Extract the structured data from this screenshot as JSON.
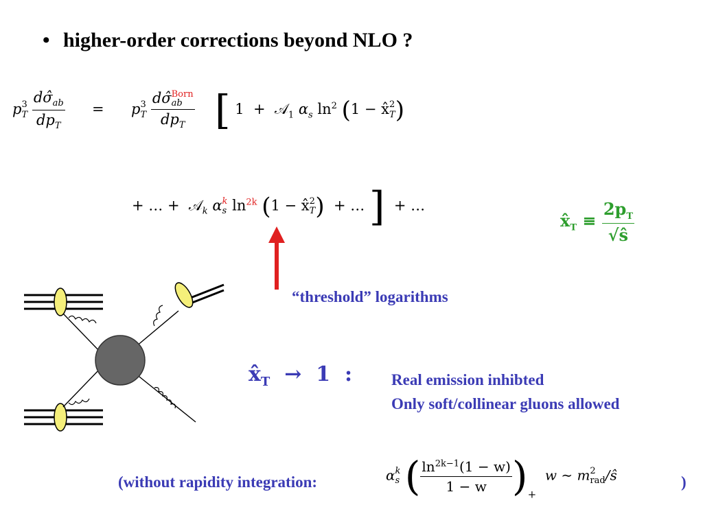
{
  "heading": {
    "bullet": "•",
    "text": "higher-order corrections beyond NLO ?"
  },
  "equation1": {
    "lhs_factor": "p",
    "lhs_sup": "3",
    "lhs_sub": "T",
    "lhs_num": "dσ̂",
    "lhs_num_sub": "ab",
    "lhs_den": "dp",
    "lhs_den_sub": "T",
    "equals": "=",
    "rhs_factor": "p",
    "rhs_sup": "3",
    "rhs_sub": "T",
    "rhs_num": "dσ̂",
    "rhs_num_sup": "Born",
    "rhs_num_sub": "ab",
    "rhs_den": "dp",
    "rhs_den_sub": "T",
    "bracket_open": "[",
    "one": "1",
    "plus": "+",
    "coef": "𝒜",
    "coef_sub": "1",
    "alpha": "α",
    "alpha_sub": "s",
    "ln": "ln",
    "ln_sup": "2",
    "paren_open": "(",
    "inner": "1 − x̂",
    "inner_sup": "2",
    "inner_sub": "T",
    "paren_close": ")"
  },
  "equation2": {
    "lead": "+ … +",
    "coef": "𝒜",
    "coef_sub": "k",
    "alpha": "α",
    "alpha_sup": "k",
    "alpha_sub": "s",
    "ln": "ln",
    "ln_sup": "2k",
    "paren_open": "(",
    "inner": "1 − x̂",
    "inner_sup": "2",
    "inner_sub": "T",
    "paren_close": ")",
    "trail": "+ …",
    "bracket_close": "]",
    "tail": "+ …"
  },
  "xt_definition": {
    "lhs": "x̂",
    "lhs_sub": "T",
    "equiv": "≡",
    "num": "2p",
    "num_sub": "T",
    "den": "√ŝ"
  },
  "threshold_label": "“threshold” logarithms",
  "limit": {
    "lhs": "x̂",
    "lhs_sub": "T",
    "arrow": "→",
    "target": "1",
    "colon": ":"
  },
  "limit_text": {
    "line1": "Real emission inhibted",
    "line2": "Only soft/collinear gluons  allowed"
  },
  "rapidity_note": {
    "open": "(without rapidity integration:",
    "alpha": "α",
    "alpha_sup": "k",
    "alpha_sub": "s",
    "num": "ln",
    "num_sup": "2k−1",
    "num_rest": "(1 − w)",
    "den": "1 − w",
    "plus_sub": "+",
    "w_rel": "w ∼ m",
    "m_sup": "2",
    "m_sub": "rad",
    "w_tail": "/ŝ",
    "close": ")"
  },
  "colors": {
    "arrow": "#e02020",
    "highlight_red": "#e02020",
    "xt_green": "#2e9e2e",
    "label_blue": "#3b3bb5",
    "blob_gray": "#666666",
    "hadron_yellow": "#f5ef7a"
  }
}
